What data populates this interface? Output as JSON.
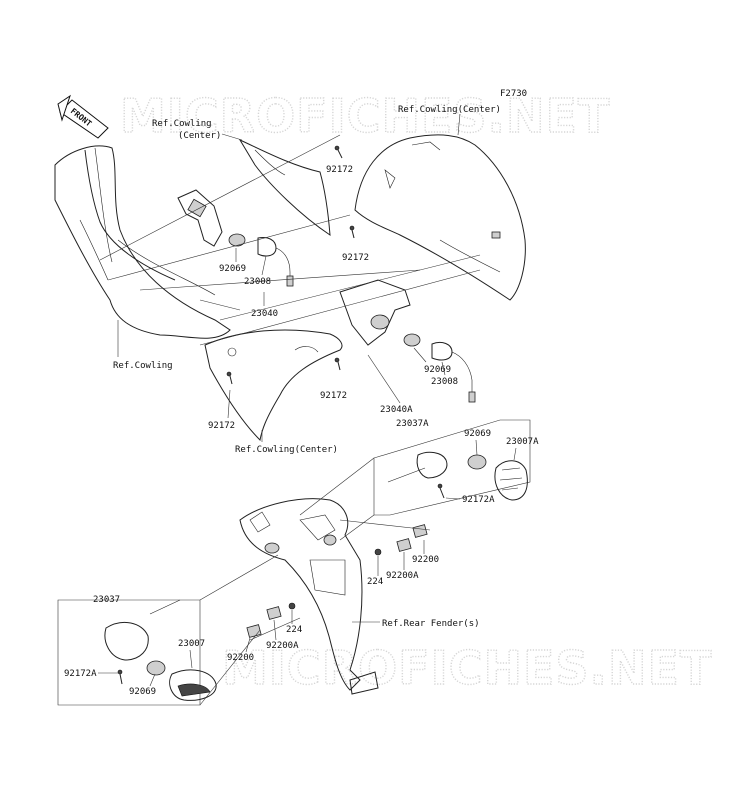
{
  "figure_code": "F2730",
  "watermark": "MICROFICHES.NET",
  "front_arrow_label": "FRONT",
  "labels": {
    "ref_cowling_center_top_right": "Ref.Cowling(Center)",
    "ref_cowling_center_left_line1": "Ref.Cowling",
    "ref_cowling_center_left_line2": "(Center)",
    "ref_cowling": "Ref.Cowling",
    "ref_cowling_center_bottom": "Ref.Cowling(Center)",
    "ref_rear_fender": "Ref.Rear Fender(s)"
  },
  "part_numbers": {
    "p92172_a": "92172",
    "p92172_b": "92172",
    "p92172_c": "92172",
    "p92172_d": "92172",
    "p92069_a": "92069",
    "p23008_a": "23008",
    "p23040": "23040",
    "p92069_b": "92069",
    "p23008_b": "23008",
    "p23040A": "23040A",
    "p23037A": "23037A",
    "p92069_c": "92069",
    "p23007A": "23007A",
    "p92172A_a": "92172A",
    "p92200_a": "92200",
    "p224_a": "224",
    "p92200A_a": "92200A",
    "p23037": "23037",
    "p23007": "23007",
    "p224_b": "224",
    "p92200A_b": "92200A",
    "p92200_b": "92200",
    "p92172A_b": "92172A",
    "p92069_d": "92069"
  }
}
